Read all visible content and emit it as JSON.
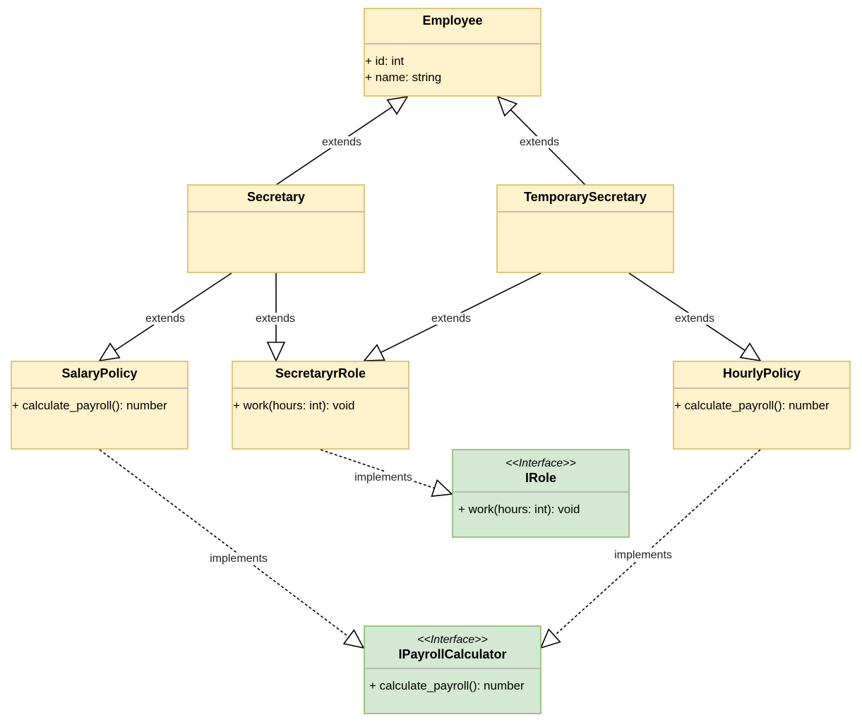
{
  "colors": {
    "class_fill": "#fff2cc",
    "class_stroke": "#d6b656",
    "interface_fill": "#d5e8d4",
    "interface_stroke": "#82b366",
    "divider": "#a0a0a0",
    "edge": "#000000"
  },
  "classes": {
    "employee": {
      "name": "Employee",
      "members": [
        "+ id: int",
        "+ name: string"
      ]
    },
    "secretary": {
      "name": "Secretary",
      "members": []
    },
    "temporary_secretary": {
      "name": "TemporarySecretary",
      "members": []
    },
    "salary_policy": {
      "name": "SalaryPolicy",
      "members": [
        "+ calculate_payroll(): number"
      ]
    },
    "secretary_role": {
      "name": "SecretaryrRole",
      "members": [
        "+ work(hours: int): void"
      ]
    },
    "hourly_policy": {
      "name": "HourlyPolicy",
      "members": [
        "+ calculate_payroll(): number"
      ]
    },
    "irole": {
      "stereotype": "<<Interface>>",
      "name": "IRole",
      "members": [
        "+ work(hours: int): void"
      ]
    },
    "ipayroll_calculator": {
      "stereotype": "<<Interface>>",
      "name": "IPayrollCalculator",
      "members": [
        "+ calculate_payroll(): number"
      ]
    }
  },
  "relations": [
    {
      "from": "secretary",
      "to": "employee",
      "kind": "generalization",
      "label": "extends"
    },
    {
      "from": "temporary_secretary",
      "to": "employee",
      "kind": "generalization",
      "label": "extends"
    },
    {
      "from": "secretary",
      "to": "salary_policy",
      "kind": "generalization",
      "label": "extends"
    },
    {
      "from": "secretary",
      "to": "secretary_role",
      "kind": "generalization",
      "label": "extends"
    },
    {
      "from": "temporary_secretary",
      "to": "secretary_role",
      "kind": "generalization",
      "label": "extends"
    },
    {
      "from": "temporary_secretary",
      "to": "hourly_policy",
      "kind": "generalization",
      "label": "extends"
    },
    {
      "from": "secretary_role",
      "to": "irole",
      "kind": "realization",
      "label": "implements"
    },
    {
      "from": "salary_policy",
      "to": "ipayroll_calculator",
      "kind": "realization",
      "label": "implements"
    },
    {
      "from": "hourly_policy",
      "to": "ipayroll_calculator",
      "kind": "realization",
      "label": "implements"
    }
  ]
}
